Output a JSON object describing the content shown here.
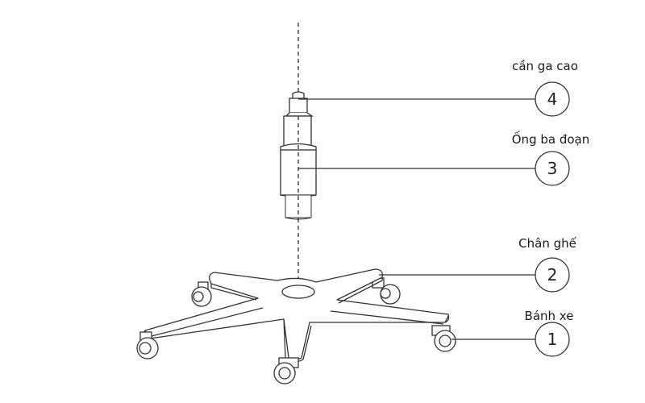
{
  "diagram": {
    "stroke_color": "#333333",
    "callouts": [
      {
        "number": "4",
        "label": "cần ga cao"
      },
      {
        "number": "3",
        "label": "Ống ba đoạn"
      },
      {
        "number": "2",
        "label": "Chân ghế"
      },
      {
        "number": "1",
        "label": "Bánh xe"
      }
    ]
  }
}
